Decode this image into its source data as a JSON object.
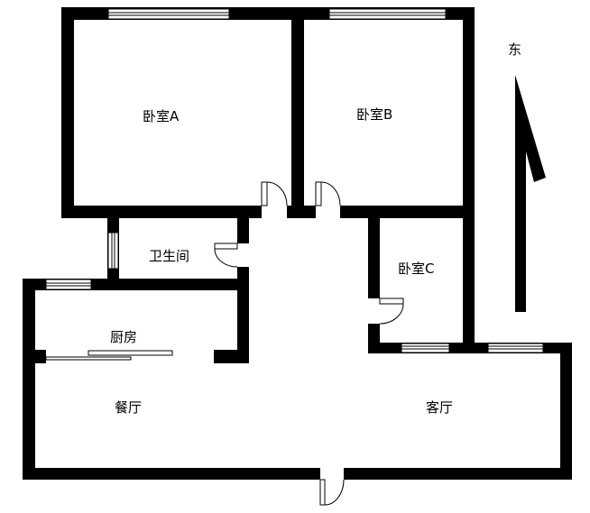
{
  "rooms": {
    "bedroom_a": "卧室A",
    "bedroom_b": "卧室B",
    "bedroom_c": "卧室C",
    "bathroom": "卫生间",
    "kitchen": "厨房",
    "dining": "餐厅",
    "living": "客厅"
  },
  "compass": {
    "label": "东"
  },
  "colors": {
    "wall": "#000000",
    "background": "#ffffff"
  }
}
